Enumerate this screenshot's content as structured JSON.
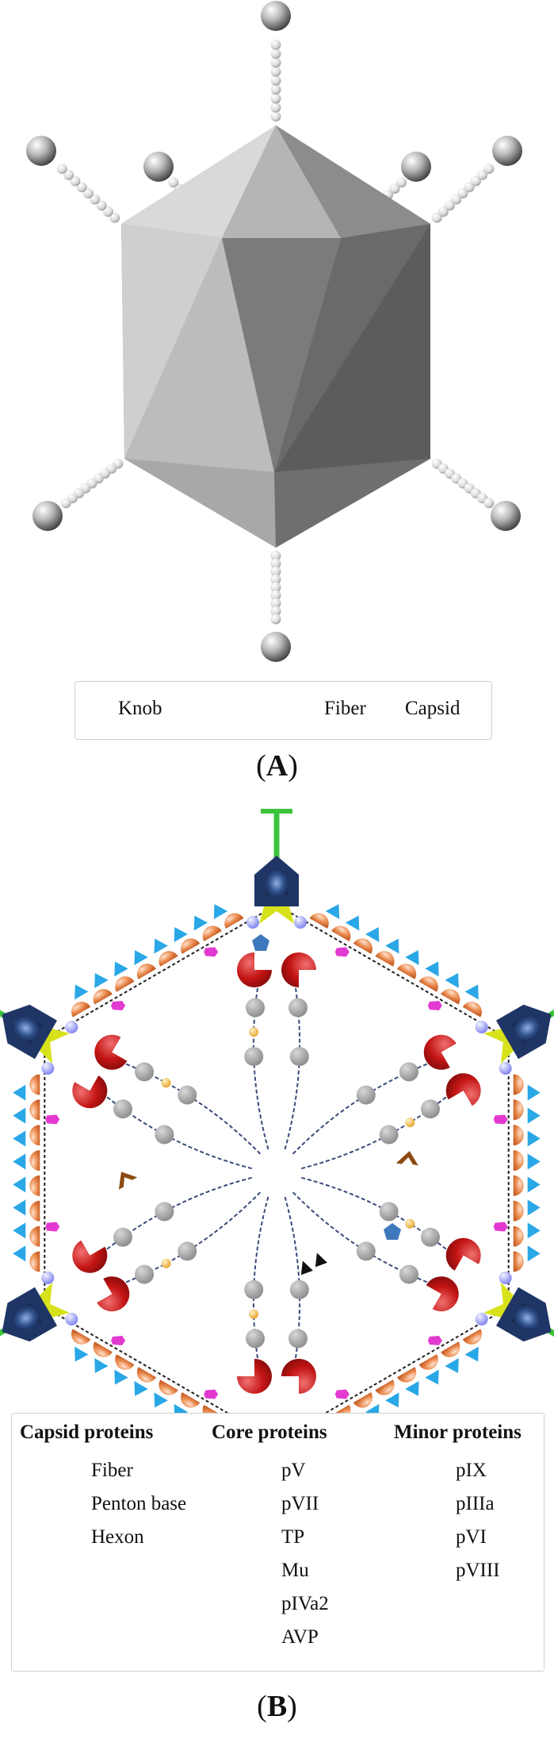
{
  "panel_a": {
    "label_letter": "A",
    "legend": {
      "knob": "Knob",
      "fiber": "Fiber",
      "capsid": "Capsid"
    }
  },
  "panel_b": {
    "label_letter": "B",
    "legend": {
      "capsid_title": "Capsid proteins",
      "core_title": "Core proteins",
      "minor_title": "Minor proteins",
      "capsid_items": [
        "Fiber",
        "Penton base",
        "Hexon"
      ],
      "core_items": [
        "pV",
        "pVII",
        "TP",
        "Mu",
        "pIVa2",
        "AVP"
      ],
      "minor_items": [
        "pIX",
        "pIIIa",
        "pVI",
        "pVIII"
      ]
    }
  },
  "colors": {
    "fiber_green": "#3cc43c",
    "penton_navy": "#1f3566",
    "hexon_orange": "#e8874a",
    "pV_red": "#c41515",
    "pVII_gray": "#9a9a9a",
    "TP_black": "#111111",
    "Mu_yellow": "#e9b43a",
    "pIVa2_blue": "#3f78bd",
    "AVP_brown": "#8c4a10",
    "pIX_cyan": "#2aa7e6",
    "pIIIa_yellow": "#d8e21a",
    "pVI_magenta": "#e23ad1",
    "pVIII_violet": "#8a8df0"
  }
}
